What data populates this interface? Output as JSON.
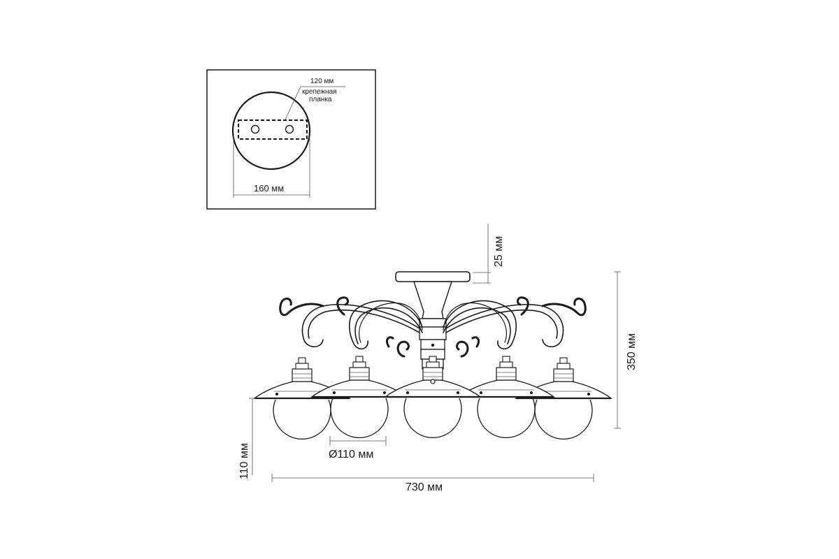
{
  "inset": {
    "label_120": "120 мм",
    "label_bracket": "крепежная планка",
    "label_160": "160 мм"
  },
  "dimensions": {
    "label_25": "25 мм",
    "label_350": "350 мм",
    "label_110_height": "110 мм",
    "label_110_diameter": "Ø110 мм",
    "label_730": "730 мм"
  },
  "colors": {
    "line": "#1a1a1a",
    "background": "#ffffff"
  }
}
